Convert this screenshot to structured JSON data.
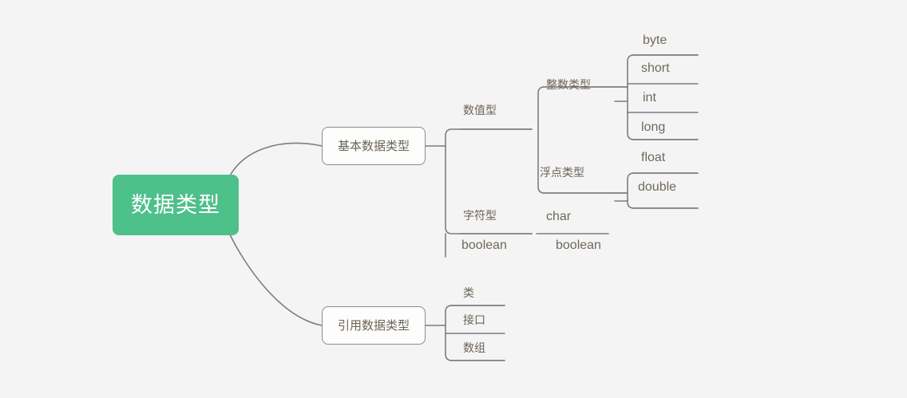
{
  "diagram": {
    "type": "mindmap",
    "title": "数据类型",
    "background_color": "#f4f4f4",
    "root_color": "#4ec08a",
    "root_text_color": "#ffffff",
    "node_text_color": "#6b6357",
    "link_color": "#7d7d7d",
    "node_border_color": "#8c8c8c",
    "node_fill_color": "#fdfdfc"
  },
  "root": {
    "label": "数据类型"
  },
  "branches": [
    {
      "id": "basic",
      "label": "基本数据类型",
      "children": [
        {
          "id": "numeric",
          "label": "数值型",
          "children": [
            {
              "id": "integer",
              "label": "整数类型",
              "children": [
                {
                  "id": "byte",
                  "label": "byte"
                },
                {
                  "id": "short",
                  "label": "short"
                },
                {
                  "id": "int",
                  "label": "int"
                },
                {
                  "id": "long",
                  "label": "long"
                }
              ]
            },
            {
              "id": "floating",
              "label": "浮点类型",
              "children": [
                {
                  "id": "float",
                  "label": "float"
                },
                {
                  "id": "double",
                  "label": "double"
                }
              ]
            }
          ]
        },
        {
          "id": "char-type",
          "label": "字符型",
          "children": [
            {
              "id": "char",
              "label": "char"
            }
          ]
        },
        {
          "id": "boolean-type",
          "label": "boolean",
          "children": [
            {
              "id": "boolean-leaf",
              "label": "boolean"
            }
          ]
        }
      ]
    },
    {
      "id": "reference",
      "label": "引用数据类型",
      "children": [
        {
          "id": "class",
          "label": "类"
        },
        {
          "id": "interface",
          "label": "接口"
        },
        {
          "id": "array",
          "label": "数组"
        }
      ]
    }
  ],
  "labels": {
    "root": "数据类型",
    "basic": "基本数据类型",
    "reference": "引用数据类型",
    "numeric": "数值型",
    "integer": "整数类型",
    "floating": "浮点类型",
    "char_type": "字符型",
    "boolean_type": "boolean",
    "byte": "byte",
    "short": "short",
    "int": "int",
    "long": "long",
    "float": "float",
    "double": "double",
    "char": "char",
    "boolean_leaf": "boolean",
    "class": "类",
    "interface": "接口",
    "array": "数组"
  }
}
